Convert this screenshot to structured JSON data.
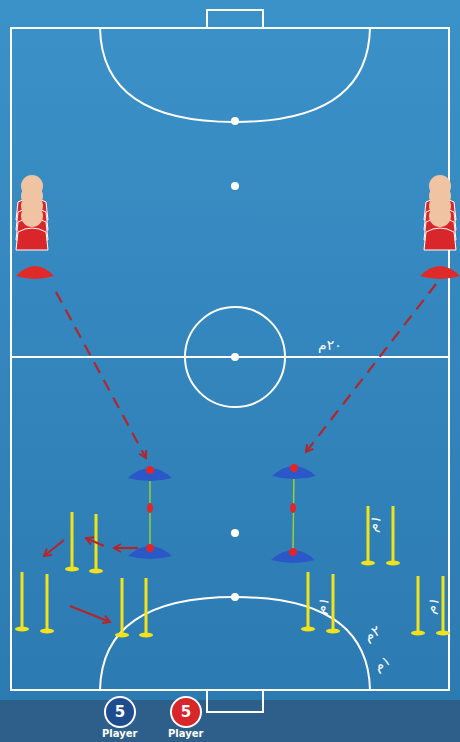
{
  "diagram": {
    "nodes": [
      {
        "text": [
          "5",
          "Player"
        ]
      },
      {
        "text": [
          "5",
          "Player"
        ]
      }
    ],
    "labels": [
      "٢٠م",
      "١م",
      "١م",
      "٢م",
      "١م",
      "١م"
    ]
  }
}
